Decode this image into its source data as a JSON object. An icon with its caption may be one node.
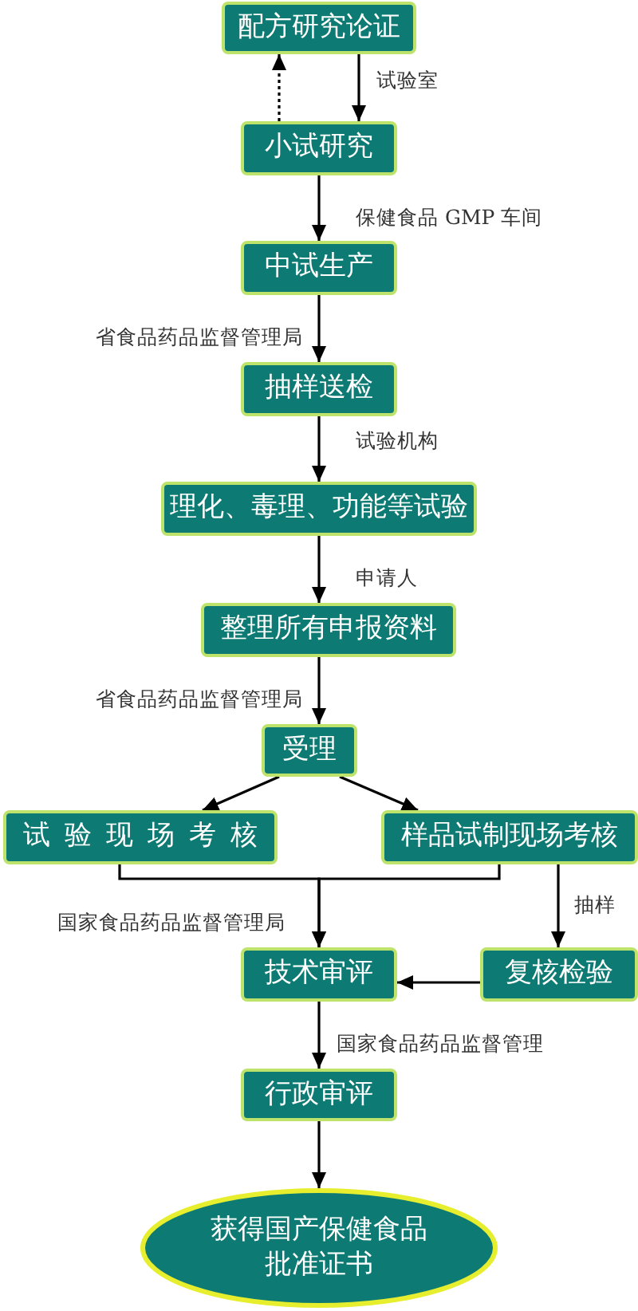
{
  "diagram": {
    "nodes": [
      {
        "text": [
          "配方研究论证"
        ]
      },
      {
        "text": [
          "小试研究"
        ]
      },
      {
        "text": [
          "中试生产"
        ]
      },
      {
        "text": [
          "抽样送检"
        ]
      },
      {
        "text": [
          "理化、毒理、功能等试验"
        ]
      },
      {
        "text": [
          "整理所有申报资料"
        ]
      },
      {
        "text": [
          "受理"
        ]
      },
      {
        "text": [
          "试验现场考核"
        ]
      },
      {
        "text": [
          "样品试制现场考核"
        ]
      },
      {
        "text": [
          "技术审评"
        ]
      },
      {
        "text": [
          "复核检验"
        ]
      },
      {
        "text": [
          "行政审评"
        ]
      },
      {
        "text": [
          "获得国产保健食品批准证书"
        ]
      }
    ],
    "edges": [
      {
        "from": 0,
        "to": 1,
        "arrow": "to",
        "label": "试验室"
      },
      {
        "from": 1,
        "to": 0,
        "arrow": "to",
        "style": "dashed"
      },
      {
        "from": 1,
        "to": 2,
        "arrow": "to",
        "label": "保健食品 GMP 车间"
      },
      {
        "from": 2,
        "to": 3,
        "arrow": "to",
        "label": "省食品药品监督管理局"
      },
      {
        "from": 3,
        "to": 4,
        "arrow": "to",
        "label": "试验机构"
      },
      {
        "from": 4,
        "to": 5,
        "arrow": "to",
        "label": "申请人"
      },
      {
        "from": 5,
        "to": 6,
        "arrow": "to",
        "label": "省食品药品监督管理局"
      },
      {
        "from": 6,
        "to": 7,
        "arrow": "to"
      },
      {
        "from": 6,
        "to": 8,
        "arrow": "to"
      },
      {
        "from": 7,
        "to": 9,
        "arrow": "to",
        "label": "国家食品药品监督管理局"
      },
      {
        "from": 8,
        "to": 9,
        "arrow": "to"
      },
      {
        "from": 8,
        "to": 10,
        "arrow": "to",
        "label": "抽样"
      },
      {
        "from": 10,
        "to": 9,
        "arrow": "to"
      },
      {
        "from": 9,
        "to": 11,
        "arrow": "to",
        "label": "国家食品药品监督管理"
      },
      {
        "from": 11,
        "to": 12,
        "arrow": "to"
      }
    ]
  }
}
